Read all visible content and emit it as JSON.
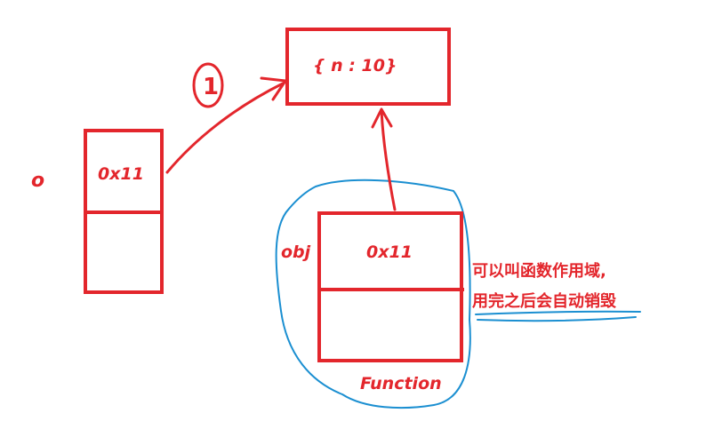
{
  "heap_object": {
    "content": "{ n : 10}"
  },
  "reference_marker": {
    "text": "1"
  },
  "variable_o": {
    "name": "o",
    "address": "0x11"
  },
  "variable_obj": {
    "name": "obj",
    "address": "0x11"
  },
  "function_scope": {
    "label": "Function",
    "note_line1": "可以叫函数作用域,",
    "note_line2": "用完之后会自动销毁"
  },
  "colors": {
    "red": "#e3262c",
    "blue": "#1b8fd1"
  }
}
